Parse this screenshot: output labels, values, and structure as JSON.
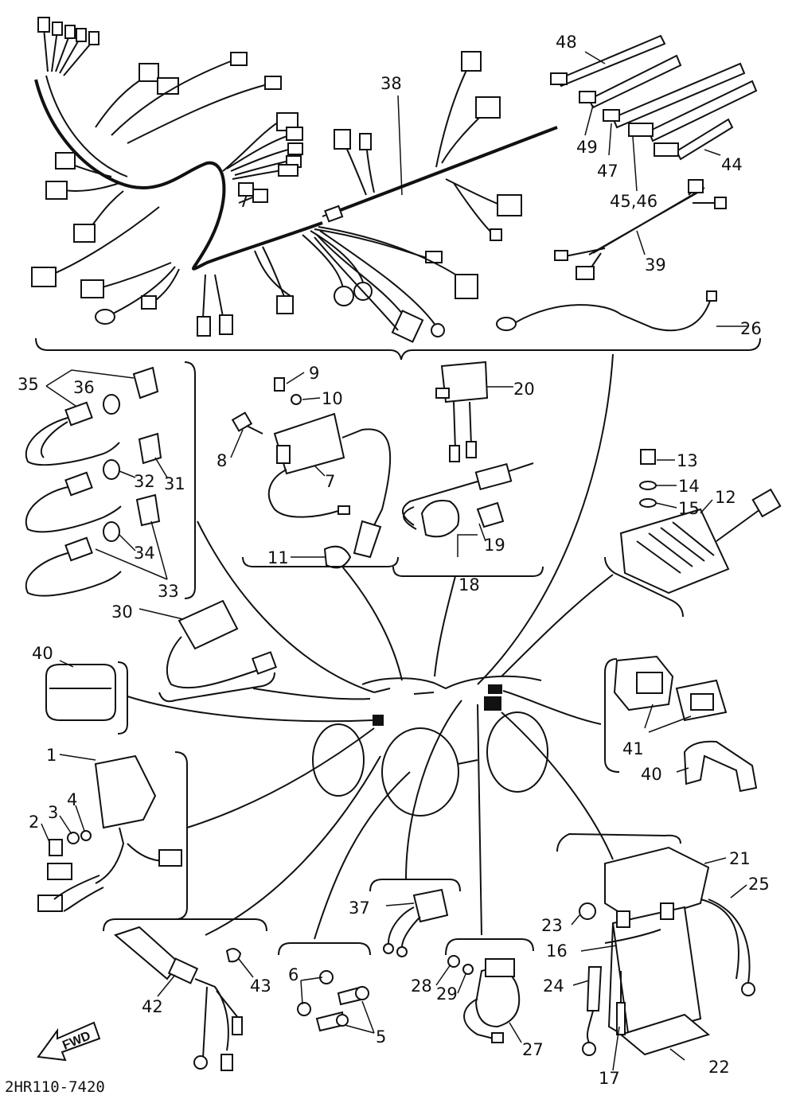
{
  "drawing_code": "2HR110-7420",
  "fwd_label": "FWD",
  "callouts": {
    "c1": "1",
    "c2": "2",
    "c3": "3",
    "c4": "4",
    "c5": "5",
    "c6": "6",
    "c7": "7",
    "c8": "8",
    "c9": "9",
    "c10": "10",
    "c11": "11",
    "c12": "12",
    "c13": "13",
    "c14": "14",
    "c15": "15",
    "c16": "16",
    "c17": "17",
    "c18": "18",
    "c19": "19",
    "c20": "20",
    "c21": "21",
    "c22": "22",
    "c23": "23",
    "c24": "24",
    "c25": "25",
    "c26": "26",
    "c27": "27",
    "c28": "28",
    "c29": "29",
    "c30": "30",
    "c31": "31",
    "c32": "32",
    "c33": "33",
    "c34": "34",
    "c35": "35",
    "c36": "36",
    "c37": "37",
    "c38": "38",
    "c39": "39",
    "c40a": "40",
    "c40b": "40",
    "c41": "41",
    "c42": "42",
    "c43": "43",
    "c44": "44",
    "c4546": "45,46",
    "c47": "47",
    "c48": "48",
    "c49": "49"
  }
}
